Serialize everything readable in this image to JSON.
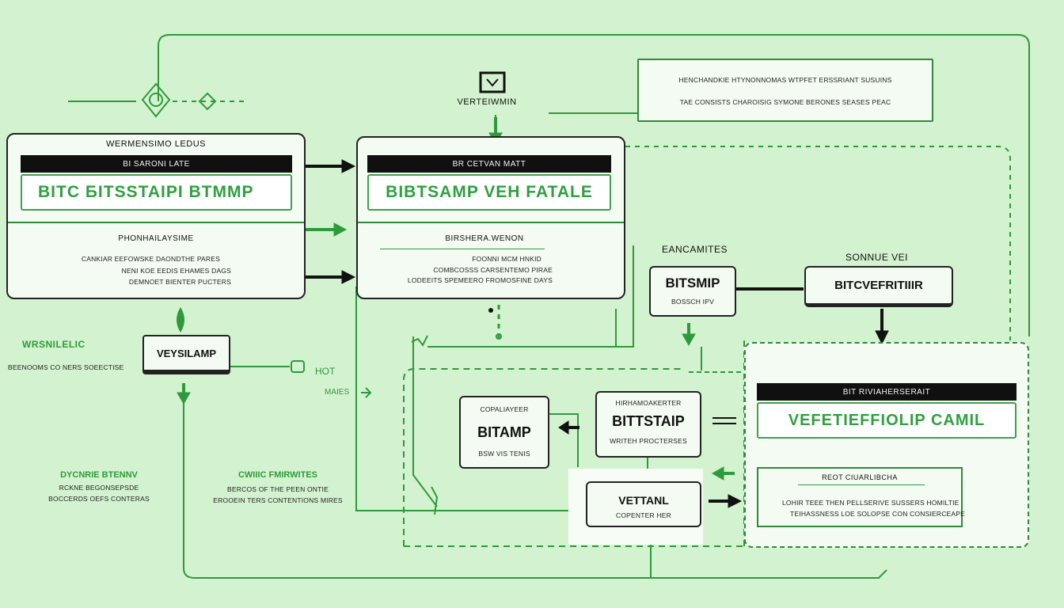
{
  "top_center": {
    "title": "VERTEIWMIN"
  },
  "top_right_note": {
    "lines": [
      "HENCHANDKIE HTYNONNOMAS WTPFET ERSSRIANT SUSUINS",
      "TAE CONSISTS CHAROISIG SYMONE BERONES SEASES PEAC"
    ]
  },
  "panel_left": {
    "title": "WERMENSIMO LEDUS",
    "bar": "BI SARONI LATE",
    "field": "BITC  ƂITSSTAIPI  BTMMP",
    "sub_title": "PHONHAILAYSIME",
    "lines": [
      "CANKIAR EEFOWSKE DAONDTHE PARES",
      "NENI KOE EEDIS EHAMES DAGS",
      "DEMNOET BIENTER PUCTERS"
    ]
  },
  "panel_center": {
    "bar": "BR CETVAN MATT",
    "field": "BIBTSAMP VEH FATALE",
    "sub_title": "BIRSHERA.WENON",
    "lines": [
      "FOONNI MCM HNKID",
      "COMBCOSSS CARSENTEMO PIRAE",
      "LODEEITS SPEMEERO FROMOSFINE DAYS"
    ]
  },
  "left_side": {
    "label": "WRSNILELIC",
    "label_line": "BEENOOMS CO NERS SOEECTISE",
    "box": "VEYSILAMP",
    "tag1": "HOT",
    "tag2": "MAIES"
  },
  "bottom_left": {
    "title": "DYCNRIE BTENNV",
    "lines": [
      "RCKNE BEGONSEPSDE",
      "BOCCERDS OEFS CONTERAS"
    ]
  },
  "bottom_mid_left": {
    "title": "CWIIIC FMIRWITES",
    "lines": [
      "BERCOS OF THE PEEN ONTIE",
      "EROOEIN TERS CONTENTIONS MIRES"
    ]
  },
  "right_middle": {
    "label1": "EANCAMITES",
    "box1": "BITSMIP",
    "box1_sub": "BOSSCH IPV",
    "label2": "SONNUE VEI",
    "box2": "BITCVEFRITIIIR"
  },
  "center_group": {
    "box_a_title": "COPALIAYEER",
    "box_a_main": "BITAMP",
    "box_a_sub": "BSW VIS TENIS",
    "box_b_title": "HIRHAMOAKERTER",
    "box_b_main": "BITTSTAIP",
    "box_b_sub": "WRITEH PROCTERSES",
    "box_c_main": "VETTANL",
    "box_c_sub": "COPENTER HER"
  },
  "panel_right": {
    "bar": "BIT RIVIAHERSERAIT",
    "field": "VEFETIEFFIOLIP CAMIL",
    "sub_title": "REOT CIUARLIBCHA",
    "lines": [
      "LOHIR TEEE THEN PELLSERIVE SUSSERS HOMILTIE",
      "TEIHASSNESS LOE SOLOPSE CON CONSIERCEAPE"
    ]
  },
  "colors": {
    "background": "#d3f2cf",
    "accent": "#2e9a3b",
    "bar": "#101010",
    "panel": "#f4fbf2"
  }
}
